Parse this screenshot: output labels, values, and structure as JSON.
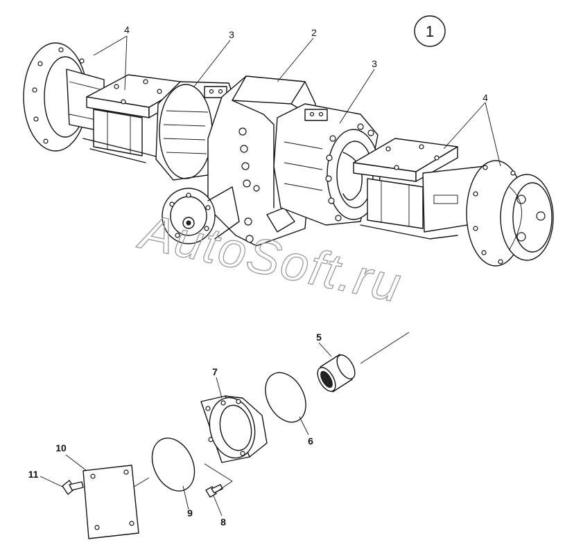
{
  "figure_number": "1",
  "watermark": "AutoSoft.ru",
  "callouts": {
    "upper": {
      "c2": "2",
      "c3_left": "3",
      "c3_right": "3",
      "c4_left": "4",
      "c4_right": "4"
    },
    "lower": {
      "c5": "5",
      "c6": "6",
      "c7": "7",
      "c8": "8",
      "c9": "9",
      "c10": "10",
      "c11": "11"
    }
  }
}
